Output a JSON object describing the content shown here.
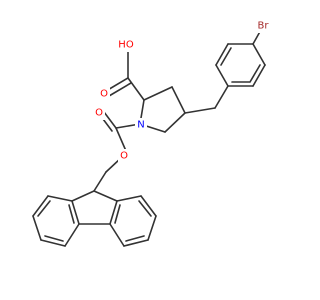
{
  "molecule": {
    "atoms": {
      "bromine": "Br",
      "hydroxyl": "HO",
      "carbonyl_oxygen_acid": "O",
      "nitrogen": "N",
      "carbonyl_oxygen_carbamate": "O",
      "ester_oxygen": "O"
    },
    "colors": {
      "bond": "#333333",
      "oxygen": "#ff0000",
      "nitrogen": "#0000ff",
      "bromine": "#a52a2a"
    }
  }
}
